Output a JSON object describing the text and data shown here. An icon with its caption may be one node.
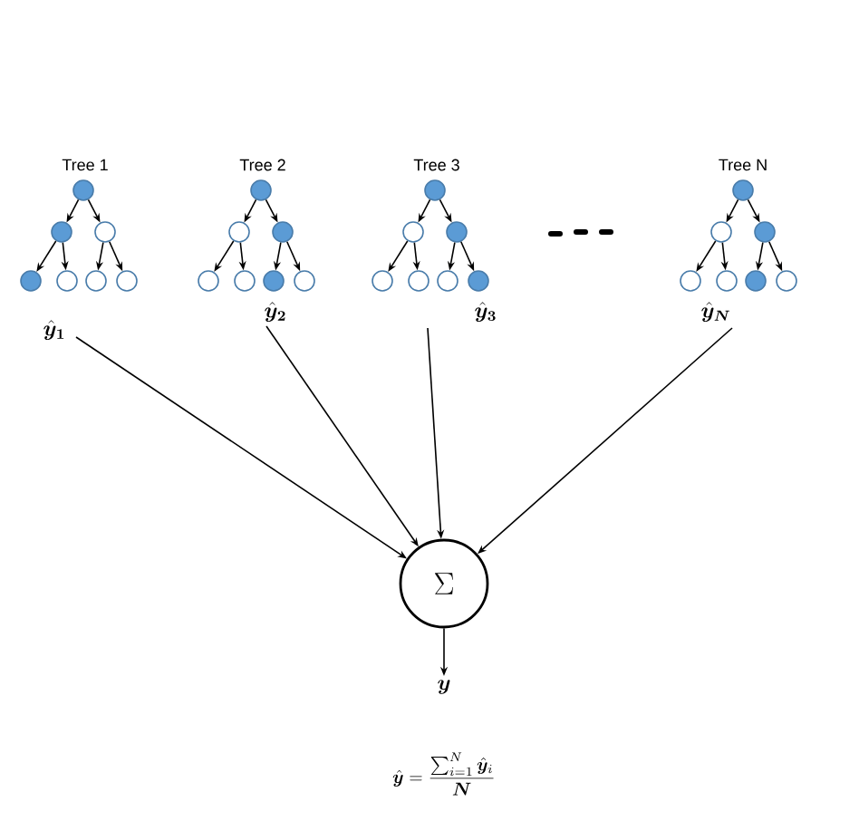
{
  "diagram": {
    "nodes": [
      {
        "text": [],
        "shape": "dot"
      },
      {
        "text": [],
        "shape": "dot"
      },
      {
        "text": [],
        "shape": "circle"
      },
      {
        "text": [],
        "shape": "dot"
      },
      {
        "text": [],
        "shape": "circle"
      },
      {
        "text": [],
        "shape": "circle"
      },
      {
        "text": [],
        "shape": "circle"
      },
      {
        "text": [],
        "shape": "dot"
      },
      {
        "text": [],
        "shape": "circle"
      },
      {
        "text": [],
        "shape": "dot"
      },
      {
        "text": [],
        "shape": "circle"
      },
      {
        "text": [],
        "shape": "circle"
      },
      {
        "text": [],
        "shape": "dot"
      },
      {
        "text": [],
        "shape": "circle"
      },
      {
        "text": [],
        "shape": "dot"
      },
      {
        "text": [],
        "shape": "circle"
      },
      {
        "text": [],
        "shape": "dot"
      },
      {
        "text": [],
        "shape": "circle"
      },
      {
        "text": [],
        "shape": "circle"
      },
      {
        "text": [],
        "shape": "circle"
      },
      {
        "text": [],
        "shape": "dot"
      },
      {
        "text": [],
        "shape": "dot"
      },
      {
        "text": [],
        "shape": "circle"
      },
      {
        "text": [],
        "shape": "dot"
      },
      {
        "text": [],
        "shape": "circle"
      },
      {
        "text": [],
        "shape": "circle"
      },
      {
        "text": [],
        "shape": "dot"
      },
      {
        "text": [],
        "shape": "circle"
      },
      {
        "text": [
          "\\hat{\\boldsymbol{y}}_{\\boldsymbol{1}}"
        ]
      },
      {
        "text": [
          "\\hat{\\boldsymbol{y}}_{\\boldsymbol{2}}"
        ]
      },
      {
        "text": [
          "\\hat{\\boldsymbol{y}}_{\\boldsymbol{3}}"
        ]
      },
      {
        "text": [
          "\\hat{\\boldsymbol{y}}_{\\boldsymbol{N}}"
        ]
      },
      {
        "text": [
          "\\Sigma"
        ]
      },
      {
        "text": [
          "\\boldsymbol{y}"
        ]
      }
    ],
    "edges": [
      {
        "from": 0,
        "to": 1,
        "arrow": "to"
      },
      {
        "from": 0,
        "to": 2,
        "arrow": "to"
      },
      {
        "from": 1,
        "to": 3,
        "arrow": "to"
      },
      {
        "from": 1,
        "to": 4,
        "arrow": "to"
      },
      {
        "from": 2,
        "to": 5,
        "arrow": "to"
      },
      {
        "from": 2,
        "to": 6,
        "arrow": "to"
      },
      {
        "from": 7,
        "to": 8,
        "arrow": "to"
      },
      {
        "from": 7,
        "to": 9,
        "arrow": "to"
      },
      {
        "from": 8,
        "to": 10,
        "arrow": "to"
      },
      {
        "from": 8,
        "to": 11,
        "arrow": "to"
      },
      {
        "from": 9,
        "to": 12,
        "arrow": "to"
      },
      {
        "from": 9,
        "to": 13,
        "arrow": "to"
      },
      {
        "from": 14,
        "to": 15,
        "arrow": "to"
      },
      {
        "from": 14,
        "to": 16,
        "arrow": "to"
      },
      {
        "from": 15,
        "to": 17,
        "arrow": "to"
      },
      {
        "from": 15,
        "to": 18,
        "arrow": "to"
      },
      {
        "from": 16,
        "to": 19,
        "arrow": "to"
      },
      {
        "from": 16,
        "to": 20,
        "arrow": "to"
      },
      {
        "from": 21,
        "to": 22,
        "arrow": "to"
      },
      {
        "from": 21,
        "to": 23,
        "arrow": "to"
      },
      {
        "from": 22,
        "to": 24,
        "arrow": "to"
      },
      {
        "from": 22,
        "to": 25,
        "arrow": "to"
      },
      {
        "from": 23,
        "to": 26,
        "arrow": "to"
      },
      {
        "from": 23,
        "to": 27,
        "arrow": "to"
      },
      {
        "from": 28,
        "to": 32,
        "arrow": "to"
      },
      {
        "from": 29,
        "to": 32,
        "arrow": "to"
      },
      {
        "from": 30,
        "to": 32,
        "arrow": "to"
      },
      {
        "from": 31,
        "to": 32,
        "arrow": "to"
      },
      {
        "from": 32,
        "to": 33,
        "arrow": "to"
      }
    ],
    "labels": [
      "Tree 1",
      "Tree 2",
      "Tree 3",
      "Tree N",
      "\\hat{\\boldsymbol{y}} = \\frac{\\sum_{i=1}^{N}\\hat{\\boldsymbol{y}}_i}{\\boldsymbol{N}}"
    ]
  }
}
